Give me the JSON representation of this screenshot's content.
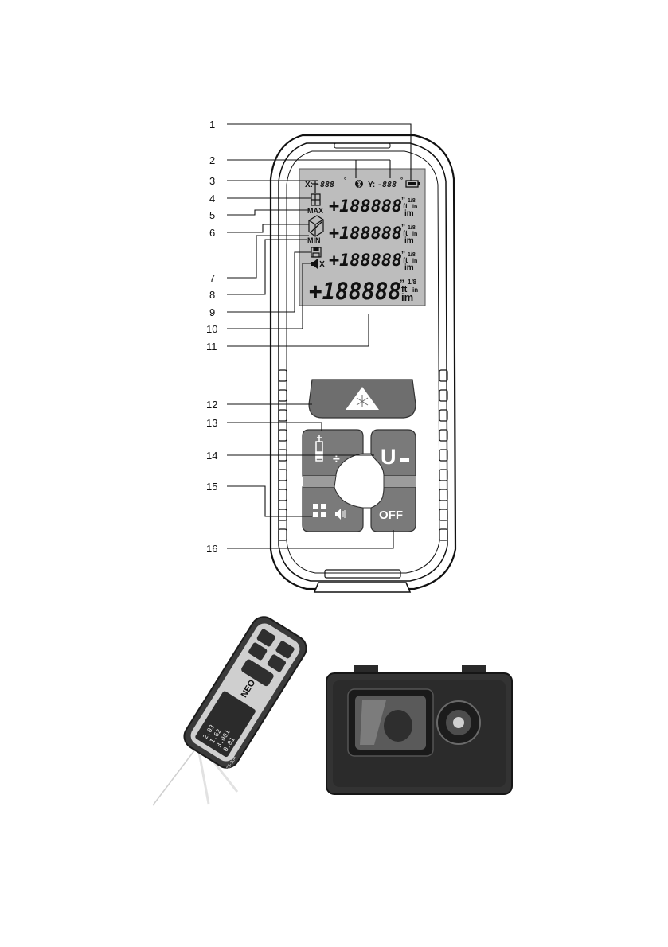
{
  "callouts": [
    "1",
    "2",
    "3",
    "4",
    "5",
    "6",
    "7",
    "8",
    "9",
    "10",
    "11",
    "12",
    "13",
    "14",
    "15",
    "16"
  ],
  "lcd": {
    "x_label": "X:",
    "y_label": "Y:",
    "x_value": "-888",
    "y_value": "-888",
    "deg": "°",
    "max": "MAX",
    "min": "MIN",
    "row_value": "+188888",
    "unit_ft": "ft",
    "unit_m": "im",
    "unit_in": "in",
    "quote": "”",
    "frac": "1/8"
  },
  "buttons": {
    "unit_label": "U",
    "off_label": "OFF",
    "divide": "÷"
  },
  "photo_device": {
    "brand": "NEO",
    "model": "75-204",
    "readings": [
      "2.03",
      "1.62",
      "3.001",
      "0.01"
    ]
  }
}
